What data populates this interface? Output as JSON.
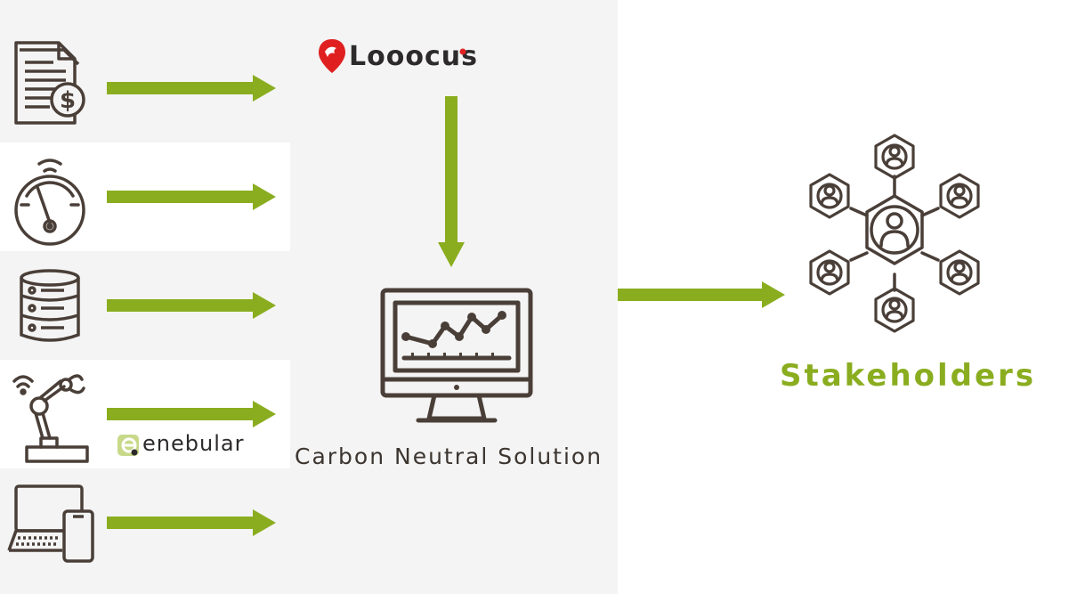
{
  "colors": {
    "arrow_green": "#8aad1f",
    "icon_brown": "#4a3f38",
    "panel_gray": "#f4f4f4",
    "logo_red": "#e02020"
  },
  "logos": {
    "looocus": "Looocus",
    "enebular": "enebular"
  },
  "center": {
    "label": "Carbon Neutral Solution"
  },
  "right": {
    "label": "Stakeholders"
  },
  "inputs": [
    {
      "icon": "invoice-dollar-icon"
    },
    {
      "icon": "meter-gauge-icon"
    },
    {
      "icon": "database-icon"
    },
    {
      "icon": "robot-arm-icon"
    },
    {
      "icon": "laptop-phone-icon"
    }
  ]
}
